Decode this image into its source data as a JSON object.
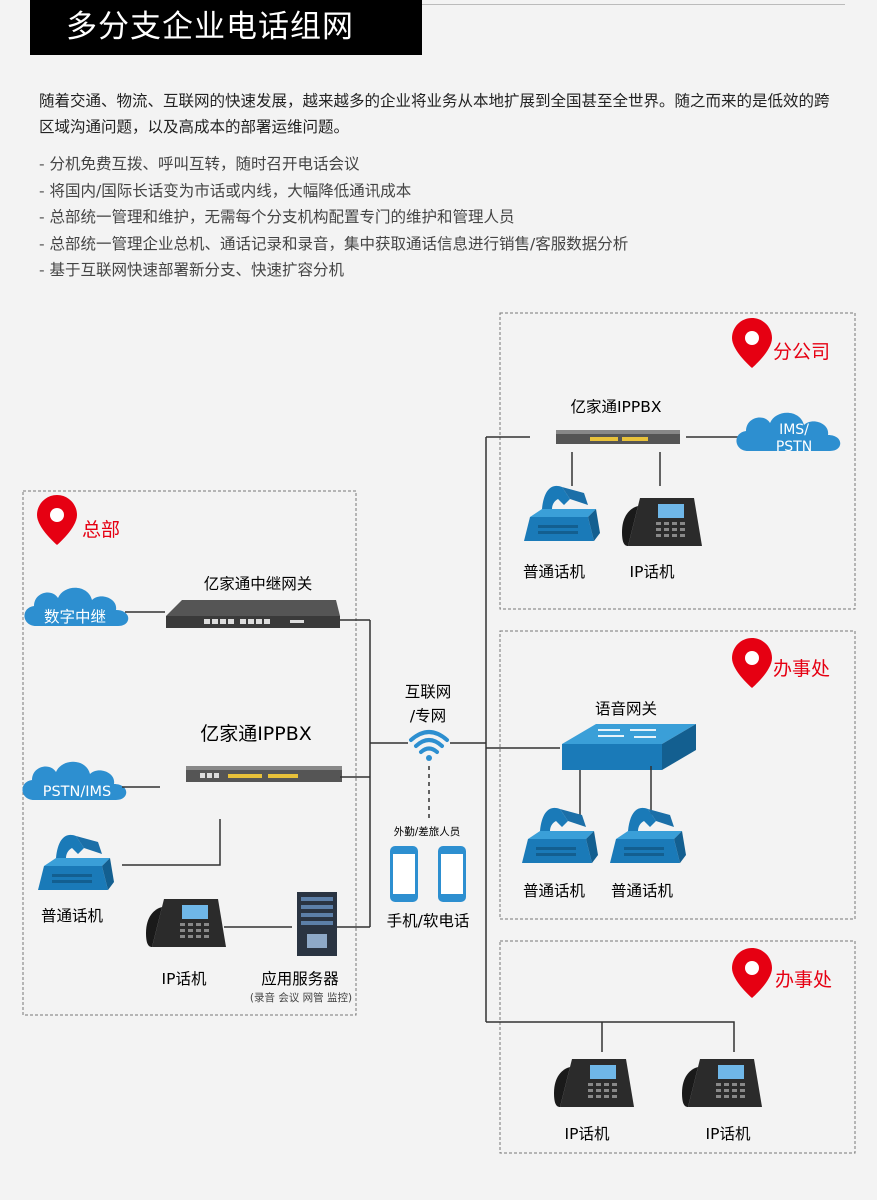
{
  "title": "多分支企业电话组网",
  "intro": "随着交通、物流、互联网的快速发展，越来越多的企业将业务从本地扩展到全国甚至全世界。随之而来的是低效的跨区域沟通问题，以及高成本的部署运维问题。",
  "bullets": [
    "分机免费互拨、呼叫互转，随时召开电话会议",
    "将国内/国际长话变为市话或内线，大幅降低通讯成本",
    "总部统一管理和维护，无需每个分支机构配置专门的维护和管理人员",
    "总部统一管理企业总机、通话记录和录音，集中获取通话信息进行销售/客服数据分析",
    "基于互联网快速部署新分支、快速扩容分机"
  ],
  "hq": {
    "name": "总部",
    "trunk_cloud": "数字中继",
    "trunk_gateway": "亿家通中继网关",
    "ippbx": "亿家通IPPBX",
    "pstn_cloud": "PSTN/IMS",
    "analog_phone": "普通话机",
    "ip_phone": "IP话机",
    "server": "应用服务器",
    "server_note": "(录音 会议 网管 监控)"
  },
  "network": {
    "label_line1": "互联网",
    "label_line2": "/专网",
    "mobile_note": "外勤/差旅人员",
    "mobile_label": "手机/软电话"
  },
  "branch": {
    "name": "分公司",
    "ippbx": "亿家通IPPBX",
    "cloud_line1": "IMS/",
    "cloud_line2": "PSTN",
    "analog_phone": "普通话机",
    "ip_phone": "IP话机"
  },
  "office1": {
    "name": "办事处",
    "gateway": "语音网关",
    "phone1": "普通话机",
    "phone2": "普通话机"
  },
  "office2": {
    "name": "办事处",
    "phone1": "IP话机",
    "phone2": "IP话机"
  },
  "colors": {
    "accent_red": "#e60012",
    "cloud_blue": "#2d8fd0",
    "device_blue": "#1a7ab8",
    "line": "#333333"
  }
}
